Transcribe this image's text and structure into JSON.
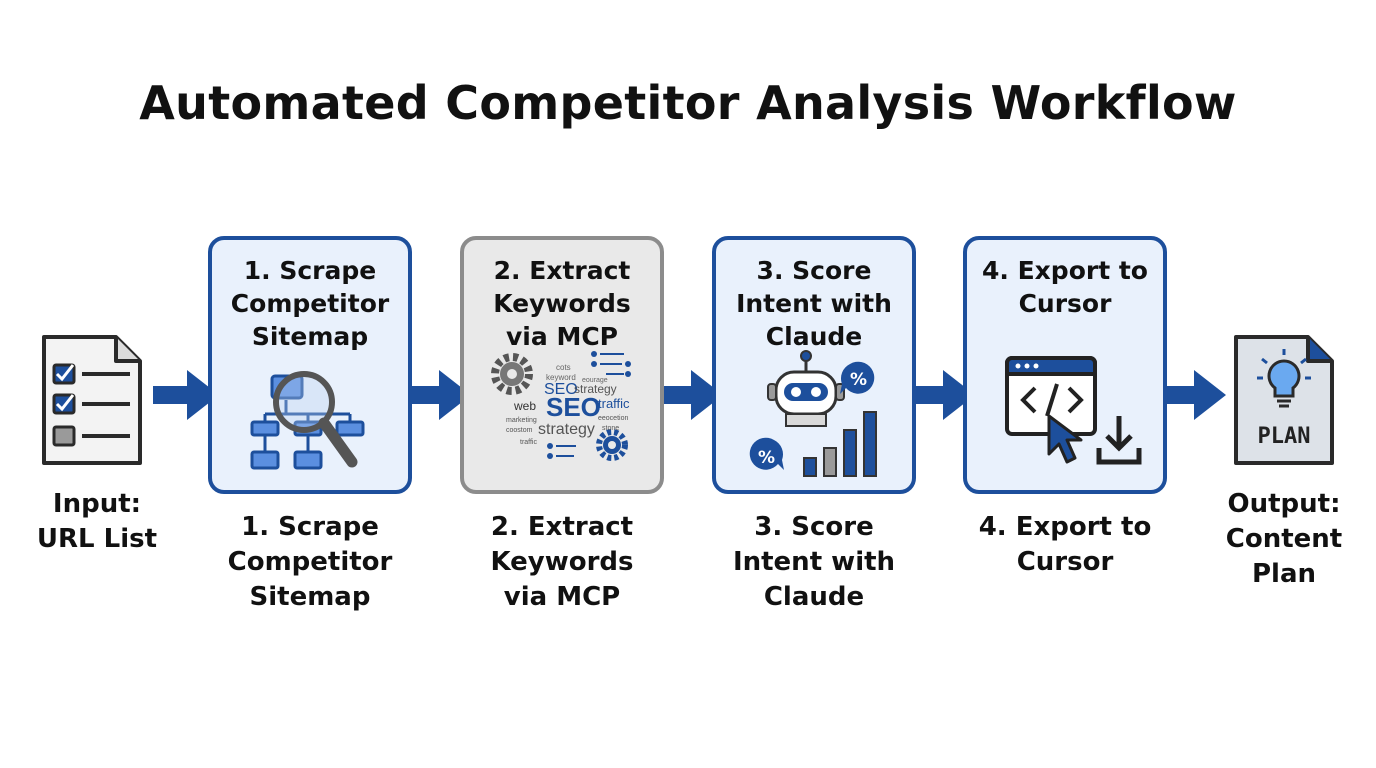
{
  "title": "Automated Competitor Analysis Workflow",
  "input": {
    "lines": [
      "Input:",
      "URL List"
    ]
  },
  "steps": [
    {
      "title_lines": [
        "1. Scrape",
        "Competitor",
        "Sitemap"
      ],
      "caption_lines": [
        "1. Scrape",
        "Competitor",
        "Sitemap"
      ]
    },
    {
      "title_lines": [
        "2. Extract",
        "Keywords",
        "via MCP"
      ],
      "caption_lines": [
        "2. Extract",
        "Keywords",
        "via MCP"
      ]
    },
    {
      "title_lines": [
        "3. Score",
        "Intent with",
        "Claude"
      ],
      "caption_lines": [
        "3. Score",
        "Intent with",
        "Claude"
      ]
    },
    {
      "title_lines": [
        "4. Export to",
        "Cursor"
      ],
      "caption_lines": [
        "4. Export to",
        "Cursor"
      ]
    }
  ],
  "output": {
    "lines": [
      "Output:",
      "Content",
      "Plan"
    ],
    "doc_label": "PLAN"
  },
  "word_cloud": [
    "cots",
    "keyword",
    "eourage",
    "SEO",
    "strategy",
    "web",
    "SEO",
    "traffic",
    "marketing",
    "eeocetion",
    "coostom",
    "strategy",
    "stone",
    "traffic"
  ],
  "percent_symbol": "%",
  "icons": [
    "checklist-document-icon",
    "sitemap-magnifier-icon",
    "gear-keyword-cloud-icon",
    "robot-chart-icon",
    "code-window-download-icon",
    "plan-lightbulb-icon",
    "arrow-right-icon"
  ],
  "colors": {
    "accent": "#1d4f9c",
    "box_blue": "#e9f1fc",
    "box_gray": "#e9e9e9",
    "border_gray": "#8c8c8c",
    "light_blue": "#5b8fe0"
  }
}
